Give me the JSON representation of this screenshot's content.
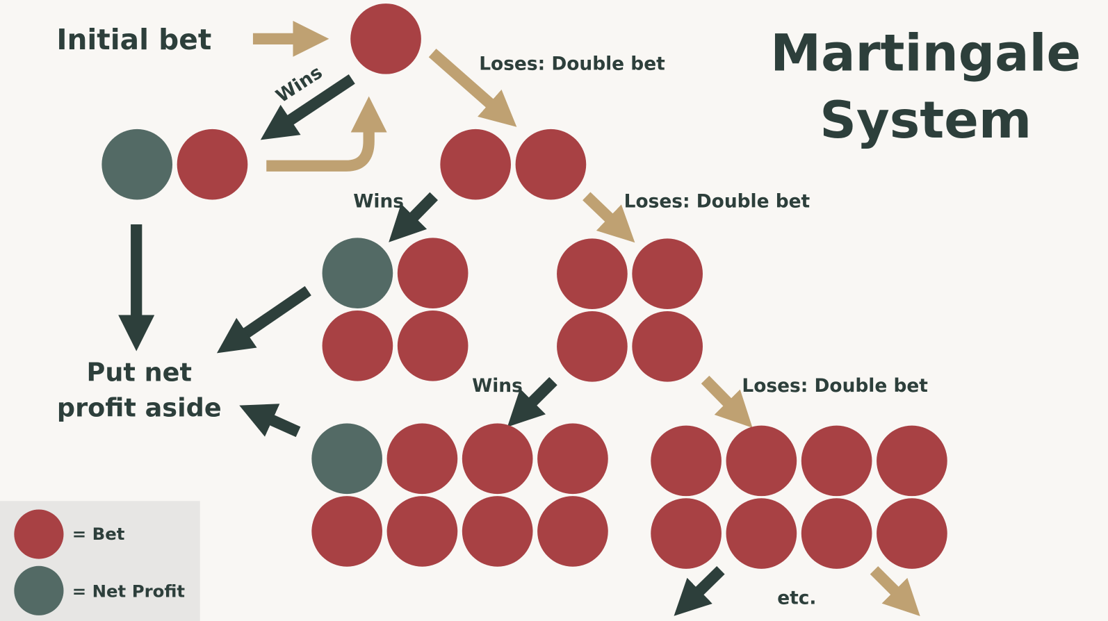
{
  "title": {
    "line1": "Martingale",
    "line2": "System"
  },
  "labels": {
    "initial_bet": "Initial bet",
    "loses_1": "Loses: Double bet",
    "wins_1": "Wins",
    "wins_2": "Wins",
    "loses_2": "Loses: Double bet",
    "wins_3": "Wins",
    "loses_3": "Loses: Double bet",
    "put_aside_1": "Put net",
    "put_aside_2": "profit aside",
    "etc": "etc."
  },
  "legend": {
    "bet": "= Bet",
    "net_profit": "= Net Profit"
  },
  "groups": [
    {
      "name": "initial-bet",
      "bets": 1,
      "profit": 0
    },
    {
      "name": "win-after-1",
      "bets": 1,
      "profit": 1
    },
    {
      "name": "lose-1-double",
      "bets": 2,
      "profit": 0
    },
    {
      "name": "win-after-2",
      "bets": 3,
      "profit": 1
    },
    {
      "name": "lose-2-double",
      "bets": 4,
      "profit": 0
    },
    {
      "name": "win-after-4",
      "bets": 7,
      "profit": 1
    },
    {
      "name": "lose-3-double",
      "bets": 8,
      "profit": 0
    }
  ],
  "colors": {
    "bet": "#a84144",
    "profit": "#536a65",
    "dark": "#2d3f3b",
    "tan": "#bfa172",
    "legend_bg": "#e7e6e4"
  }
}
